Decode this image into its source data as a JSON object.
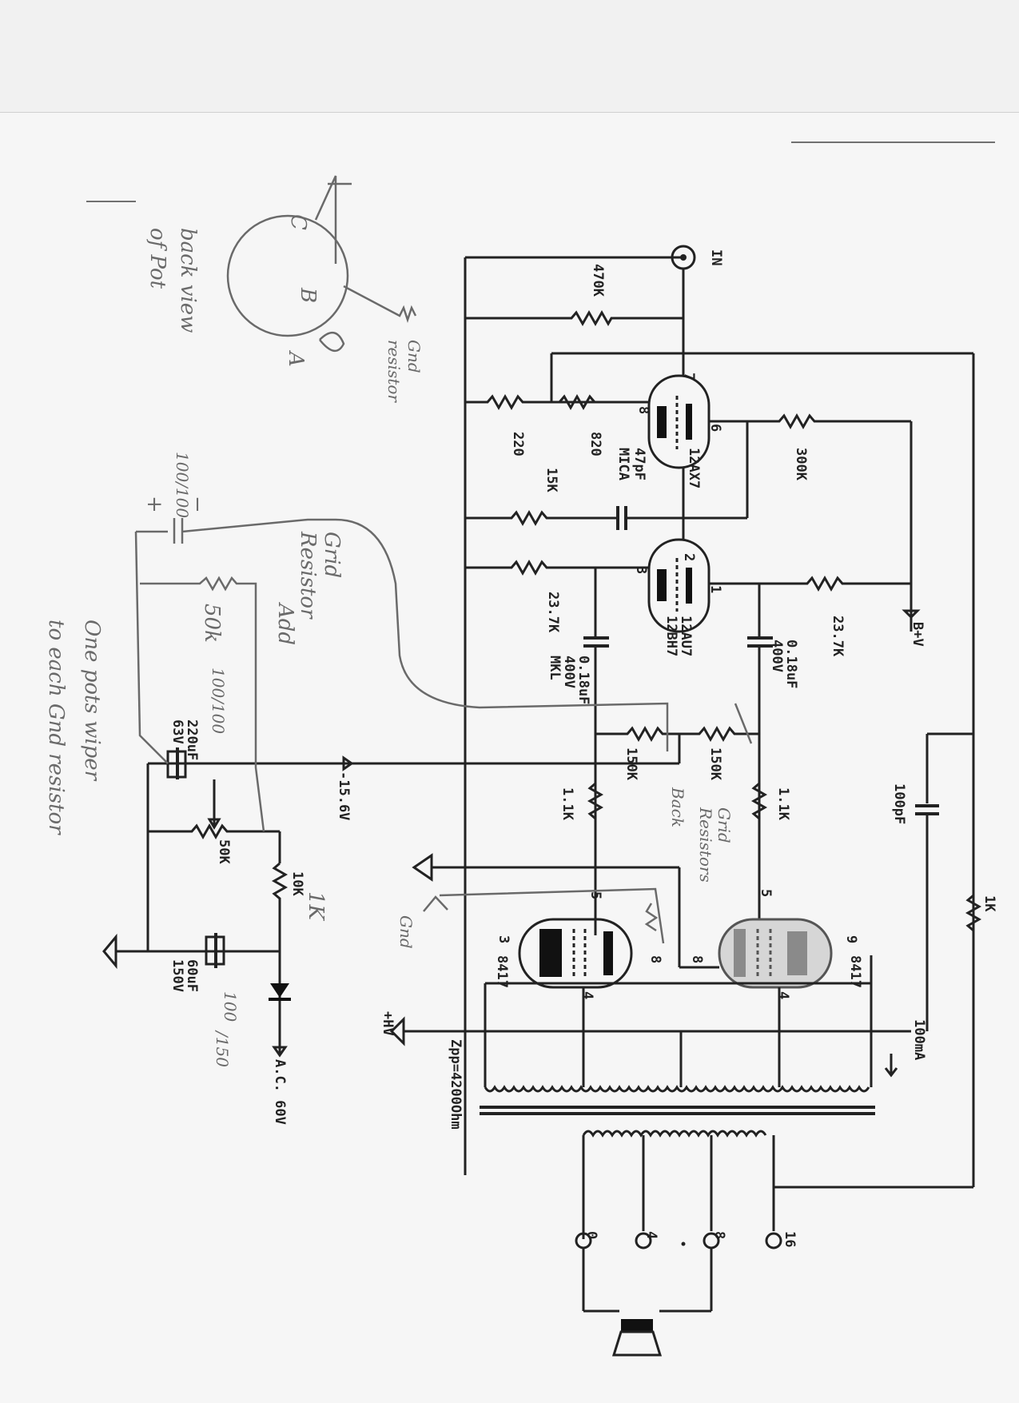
{
  "schematic": {
    "input_label": "IN",
    "tubes": {
      "v1": "12AX7",
      "v2": [
        "12AU7",
        "12BH7"
      ],
      "v3": "8417",
      "v4": "8417"
    },
    "pins": {
      "v1": [
        "7",
        "8",
        "6"
      ],
      "v2": [
        "2",
        "3",
        "1"
      ],
      "v3": [
        "5",
        "3",
        "8",
        "4"
      ],
      "v4": [
        "5",
        "9",
        "8",
        "4"
      ]
    },
    "resistors": {
      "r470k": "470K",
      "r220": "220",
      "r820": "820",
      "r15k": "15K",
      "r300k": "300K",
      "r23k_a": "23.7K",
      "r23k_b": "23.7K",
      "r150k_a": "150K",
      "r150k_b": "150K",
      "r1k1_a": "1.1K",
      "r1k1_b": "1.1K",
      "r50k": "50K",
      "r10k": "10K",
      "r_fb": "1K"
    },
    "capacitors": {
      "c47p": [
        "47pF",
        "MICA"
      ],
      "c018_a": [
        "0.18uF",
        "400V",
        "MKL"
      ],
      "c018_b": [
        "0.18uF",
        "400V"
      ],
      "c100p": "100pF",
      "c220u": [
        "220uF",
        "63V"
      ],
      "c60u": [
        "60uF",
        "150V"
      ]
    },
    "supply": {
      "bv": "B+V",
      "hv": "+HV",
      "bias": "-15.6V",
      "ac": "A.C. 60V",
      "current": "100mA"
    },
    "transformer": {
      "zpp": "Zpp=4200Ohm",
      "taps": [
        "0",
        "4",
        "8",
        "16"
      ]
    }
  },
  "annotations": {
    "pot_labels": [
      "C",
      "B",
      "A"
    ],
    "back_view": [
      "back view",
      "of Pot"
    ],
    "gnd_resistor": [
      "Gnd",
      "resistor"
    ],
    "grid_resistor": [
      "Grid",
      "Resistor"
    ],
    "add": "Add",
    "cap_note_1": "100/100",
    "pot_note": "50k",
    "cap_note_2": "100/100",
    "grid_resistors_2": [
      "Grid",
      "Resistors"
    ],
    "back": "Back",
    "ground": "Gnd",
    "note_1k": "1K",
    "cap_note_3": [
      "100",
      "/150"
    ],
    "one_pots": [
      "One pots wiper",
      "to each Gnd resistor"
    ],
    "minus": "−",
    "plus": "+"
  }
}
